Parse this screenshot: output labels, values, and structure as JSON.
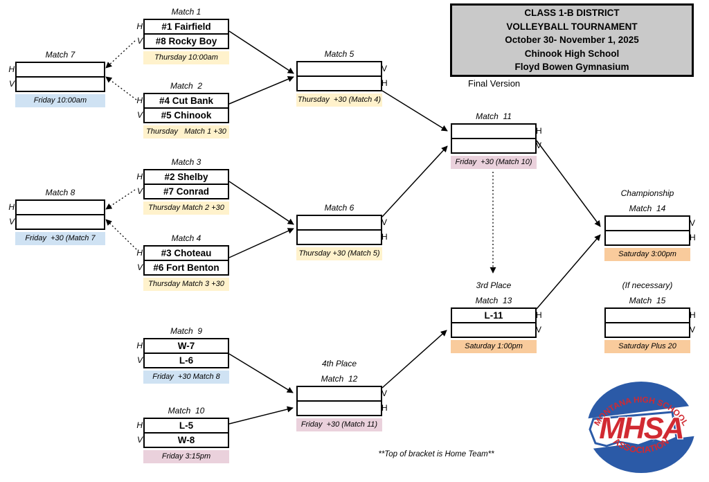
{
  "title_box": {
    "lines": [
      "CLASS 1-B DISTRICT",
      "VOLLEYBALL TOURNAMENT",
      "October 30- November 1, 2025",
      "Chinook High School",
      "Floyd Bowen Gymnasium"
    ]
  },
  "version_label": "Final Version",
  "footnote": "**Top of bracket is Home Team**",
  "colors": {
    "thursday_bar": "#fff2cc",
    "friday_am_bar": "#cfe2f3",
    "friday_pm_bar": "#ead1dc",
    "saturday_bar": "#f9cb9c",
    "title_box_bg": "#c9c9c9",
    "logo_blue": "#2b5aa7",
    "logo_red": "#d12a32"
  },
  "matches": [
    {
      "title": "Match 1",
      "top_label": "H",
      "bottom_label": "V",
      "top_team": "#1 Fairfield",
      "bottom_team": "#8 Rocky Boy",
      "schedule": "Thursday 10:00am"
    },
    {
      "title": "Match  2",
      "top_label": "H",
      "bottom_label": "V",
      "top_team": "#4 Cut Bank",
      "bottom_team": "#5 Chinook",
      "schedule": "Thursday   Match 1 +30"
    },
    {
      "title": "Match 3",
      "top_label": "H",
      "bottom_label": "V",
      "top_team": "#2 Shelby",
      "bottom_team": "#7 Conrad",
      "schedule": "Thursday Match 2 +30"
    },
    {
      "title": "Match 4",
      "top_label": "H",
      "bottom_label": "V",
      "top_team": "#3 Choteau",
      "bottom_team": "#6 Fort Benton",
      "schedule": "Thursday Match 3 +30"
    },
    {
      "title": "Match 5",
      "top_label": "V",
      "bottom_label": "H",
      "top_team": "",
      "bottom_team": "",
      "schedule": "Thursday  +30 (Match 4)"
    },
    {
      "title": "Match 6",
      "top_label": "V",
      "bottom_label": "H",
      "top_team": "",
      "bottom_team": "",
      "schedule": "Thursday +30 (Match 5)"
    },
    {
      "title": "Match 7",
      "top_label": "H",
      "bottom_label": "V",
      "top_team": "",
      "bottom_team": "",
      "schedule": "Friday 10:00am"
    },
    {
      "title": "Match 8",
      "top_label": "H",
      "bottom_label": "V",
      "top_team": "",
      "bottom_team": "",
      "schedule": "Friday  +30 (Match 7"
    },
    {
      "title": "Match  9",
      "top_label": "H",
      "bottom_label": "V",
      "top_team": "W-7",
      "bottom_team": "L-6",
      "schedule": "Friday  +30 Match 8"
    },
    {
      "title": "Match  10",
      "top_label": "H",
      "bottom_label": "V",
      "top_team": "L-5",
      "bottom_team": "W-8",
      "schedule": "Friday 3:15pm"
    },
    {
      "title": "Match  11",
      "top_label": "H",
      "bottom_label": "V",
      "top_team": "",
      "bottom_team": "",
      "schedule": "Friday  +30 (Match 10)"
    },
    {
      "pretitle": "4th Place",
      "title": "Match  12",
      "top_label": "V",
      "bottom_label": "H",
      "top_team": "",
      "bottom_team": "",
      "schedule": "Friday  +30 (Match 11)"
    },
    {
      "pretitle": "3rd Place",
      "title": "Match  13",
      "top_label": "H",
      "bottom_label": "V",
      "top_team": "L-11",
      "bottom_team": "",
      "schedule": "Saturday 1:00pm"
    },
    {
      "pretitle": "Championship",
      "title": "Match  14",
      "top_label": "V",
      "bottom_label": "H",
      "top_team": "",
      "bottom_team": "",
      "schedule": "Saturday 3:00pm"
    },
    {
      "pretitle": "(If necessary)",
      "title": "Match  15",
      "top_label": "H",
      "bottom_label": "V",
      "top_team": "",
      "bottom_team": "",
      "schedule": "Saturday Plus 20"
    }
  ],
  "logo": {
    "top": "MONTANA HIGH SCHOOL",
    "center": "MHSA",
    "bottom": "ASSOCIATION"
  }
}
